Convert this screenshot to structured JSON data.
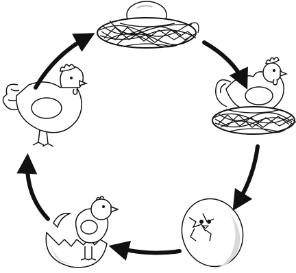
{
  "diagram": {
    "stages": [
      {
        "id": "egg-in-nest",
        "icon": "egg-in-nest-icon"
      },
      {
        "id": "hen-sitting-on-nest",
        "icon": "hen-on-nest-icon"
      },
      {
        "id": "egg-cracking",
        "icon": "cracking-egg-icon"
      },
      {
        "id": "chick-hatching",
        "icon": "hatching-chick-icon"
      },
      {
        "id": "adult-hen",
        "icon": "hen-icon"
      }
    ],
    "arrow_direction": "clockwise",
    "colors": {
      "stroke": "#111111",
      "fill": "#ffffff",
      "shade": "#d9d9d9",
      "arrow": "#111111"
    }
  }
}
